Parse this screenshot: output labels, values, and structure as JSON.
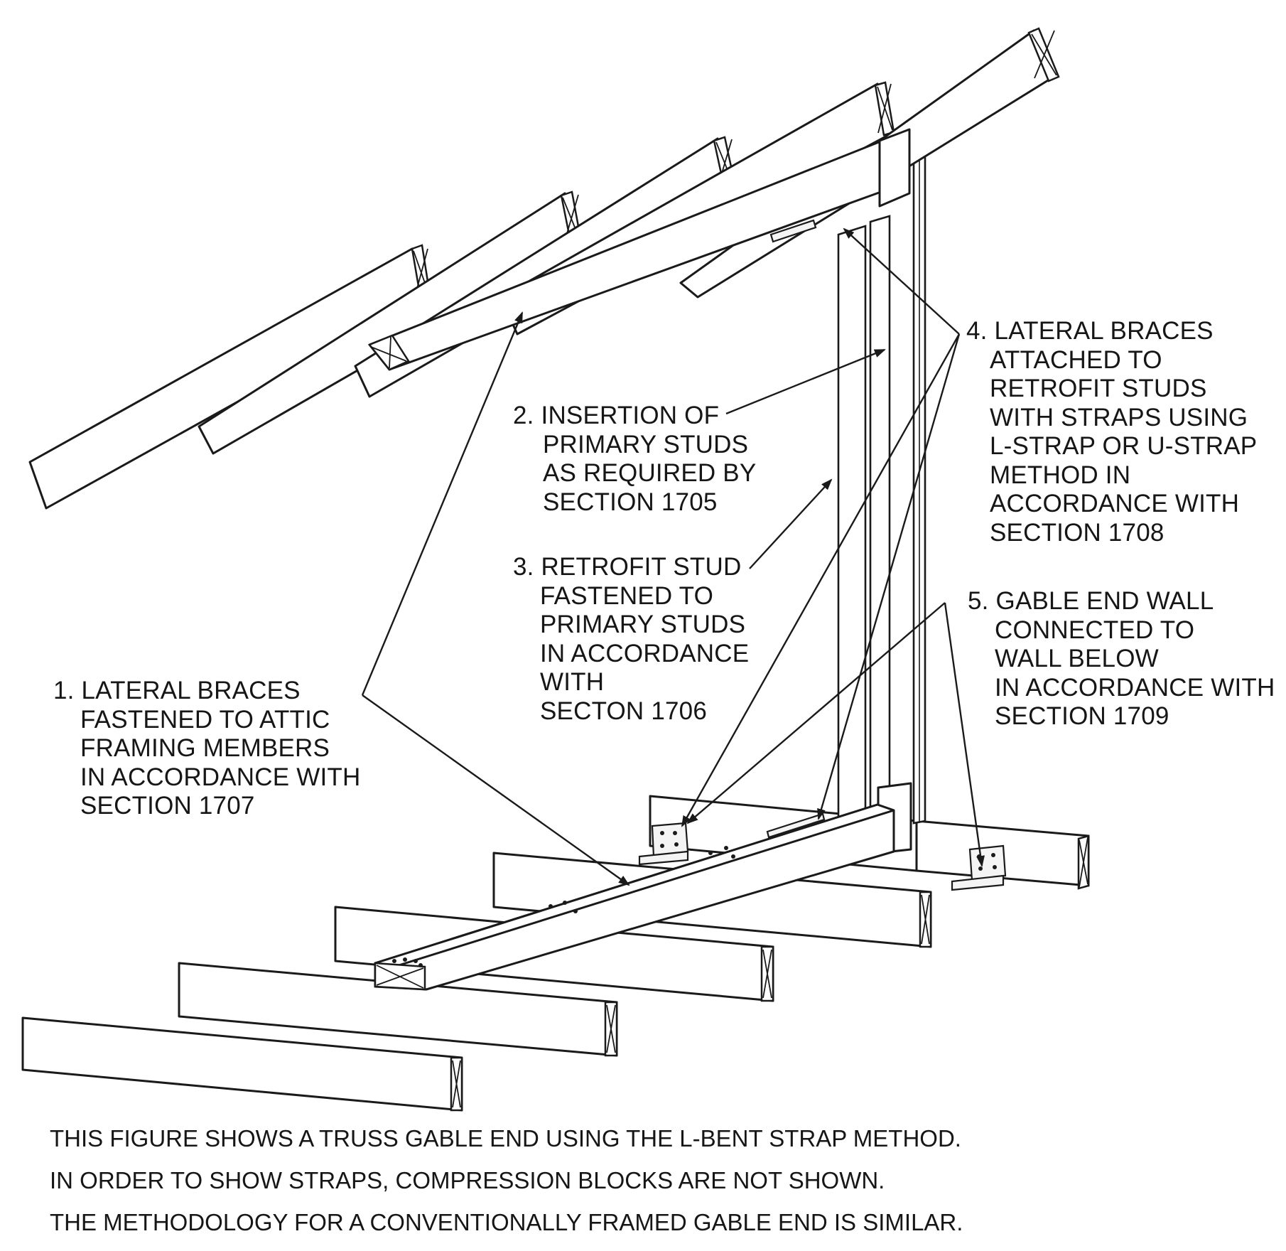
{
  "figure": {
    "notes": [
      {
        "id": "note-1",
        "lines": [
          "1. LATERAL BRACES",
          "FASTENED TO ATTIC",
          "FRAMING MEMBERS",
          "IN ACCORDANCE WITH",
          "SECTION 1707"
        ]
      },
      {
        "id": "note-2",
        "lines": [
          "2. INSERTION OF",
          "PRIMARY STUDS",
          "AS REQUIRED BY",
          "SECTION 1705"
        ]
      },
      {
        "id": "note-3",
        "lines": [
          "3. RETROFIT STUD",
          "FASTENED TO",
          "PRIMARY STUDS",
          "IN ACCORDANCE",
          "WITH",
          "SECTON 1706"
        ]
      },
      {
        "id": "note-4",
        "lines": [
          "4. LATERAL BRACES",
          "ATTACHED TO",
          "RETROFIT STUDS",
          "WITH STRAPS USING",
          "L-STRAP OR U-STRAP",
          "METHOD IN",
          "ACCORDANCE WITH",
          "SECTION 1708"
        ]
      },
      {
        "id": "note-5",
        "lines": [
          "5. GABLE END WALL",
          "CONNECTED TO",
          "WALL BELOW",
          "IN ACCORDANCE WITH",
          "SECTION 1709"
        ]
      }
    ],
    "caption": [
      "THIS FIGURE SHOWS A TRUSS GABLE END USING THE L-BENT STRAP METHOD.",
      "IN ORDER TO SHOW STRAPS, COMPRESSION BLOCKS ARE NOT SHOWN.",
      "THE METHODOLOGY FOR A CONVENTIONALLY FRAMED GABLE END IS SIMILAR."
    ]
  }
}
